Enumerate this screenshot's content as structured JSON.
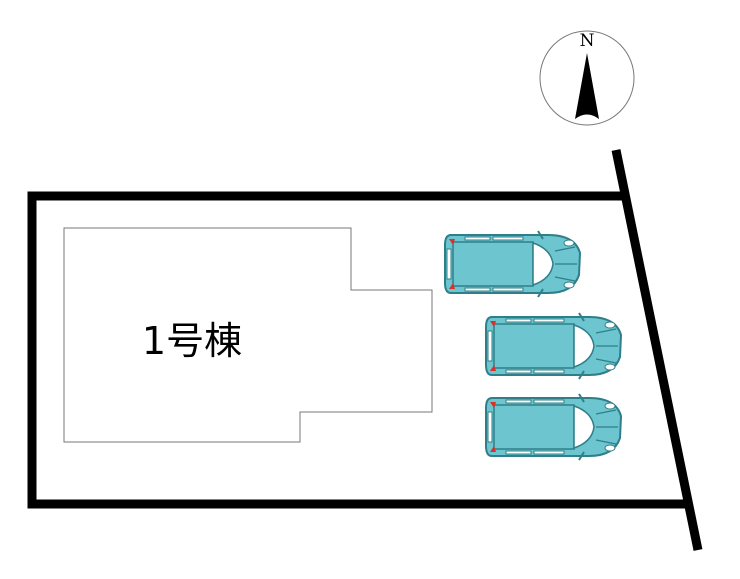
{
  "building": {
    "label": "1号棟"
  },
  "compass": {
    "label": "N"
  },
  "parking": {
    "car_count": 3,
    "car_color": "#6cc5cf",
    "car_outline": "#2e7f8a",
    "tail_light_color": "#d9302a"
  }
}
